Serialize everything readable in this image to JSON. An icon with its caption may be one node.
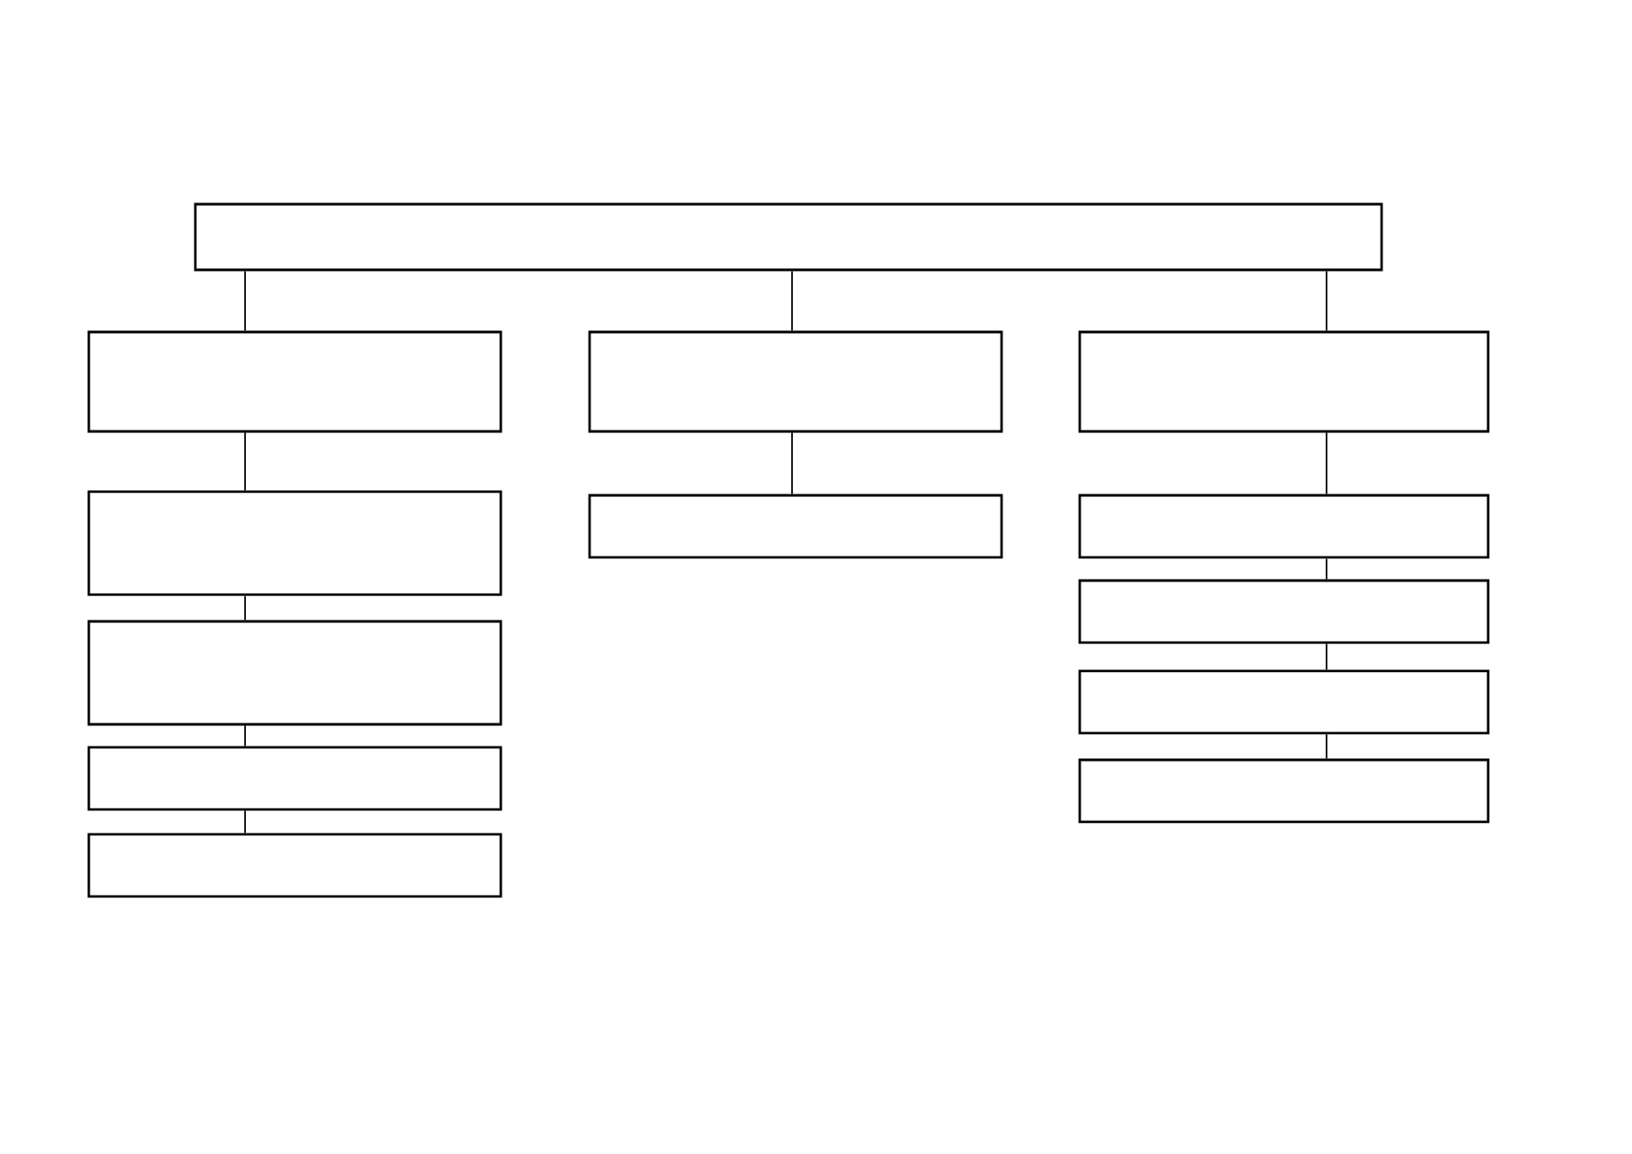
{
  "diagram": {
    "nodes": [
      {
        "text": [],
        "shape": "box"
      },
      {
        "text": [],
        "shape": "box"
      },
      {
        "text": [],
        "shape": "box"
      },
      {
        "text": [],
        "shape": "box"
      },
      {
        "text": [],
        "shape": "box"
      },
      {
        "text": [],
        "shape": "box"
      },
      {
        "text": [],
        "shape": "box"
      },
      {
        "text": [],
        "shape": "box"
      },
      {
        "text": [],
        "shape": "box"
      },
      {
        "text": [],
        "shape": "box"
      },
      {
        "text": [],
        "shape": "box"
      },
      {
        "text": [],
        "shape": "box"
      },
      {
        "text": [],
        "shape": "box"
      }
    ],
    "edges": [
      {
        "from": 0,
        "to": 1,
        "arrow": "none"
      },
      {
        "from": 0,
        "to": 2,
        "arrow": "none"
      },
      {
        "from": 0,
        "to": 3,
        "arrow": "none"
      },
      {
        "from": 1,
        "to": 4,
        "arrow": "none"
      },
      {
        "from": 4,
        "to": 5,
        "arrow": "none"
      },
      {
        "from": 5,
        "to": 6,
        "arrow": "none"
      },
      {
        "from": 6,
        "to": 7,
        "arrow": "none"
      },
      {
        "from": 2,
        "to": 8,
        "arrow": "none"
      },
      {
        "from": 3,
        "to": 9,
        "arrow": "none"
      },
      {
        "from": 9,
        "to": 10,
        "arrow": "none"
      },
      {
        "from": 10,
        "to": 11,
        "arrow": "none"
      },
      {
        "from": 11,
        "to": 12,
        "arrow": "none"
      }
    ]
  }
}
